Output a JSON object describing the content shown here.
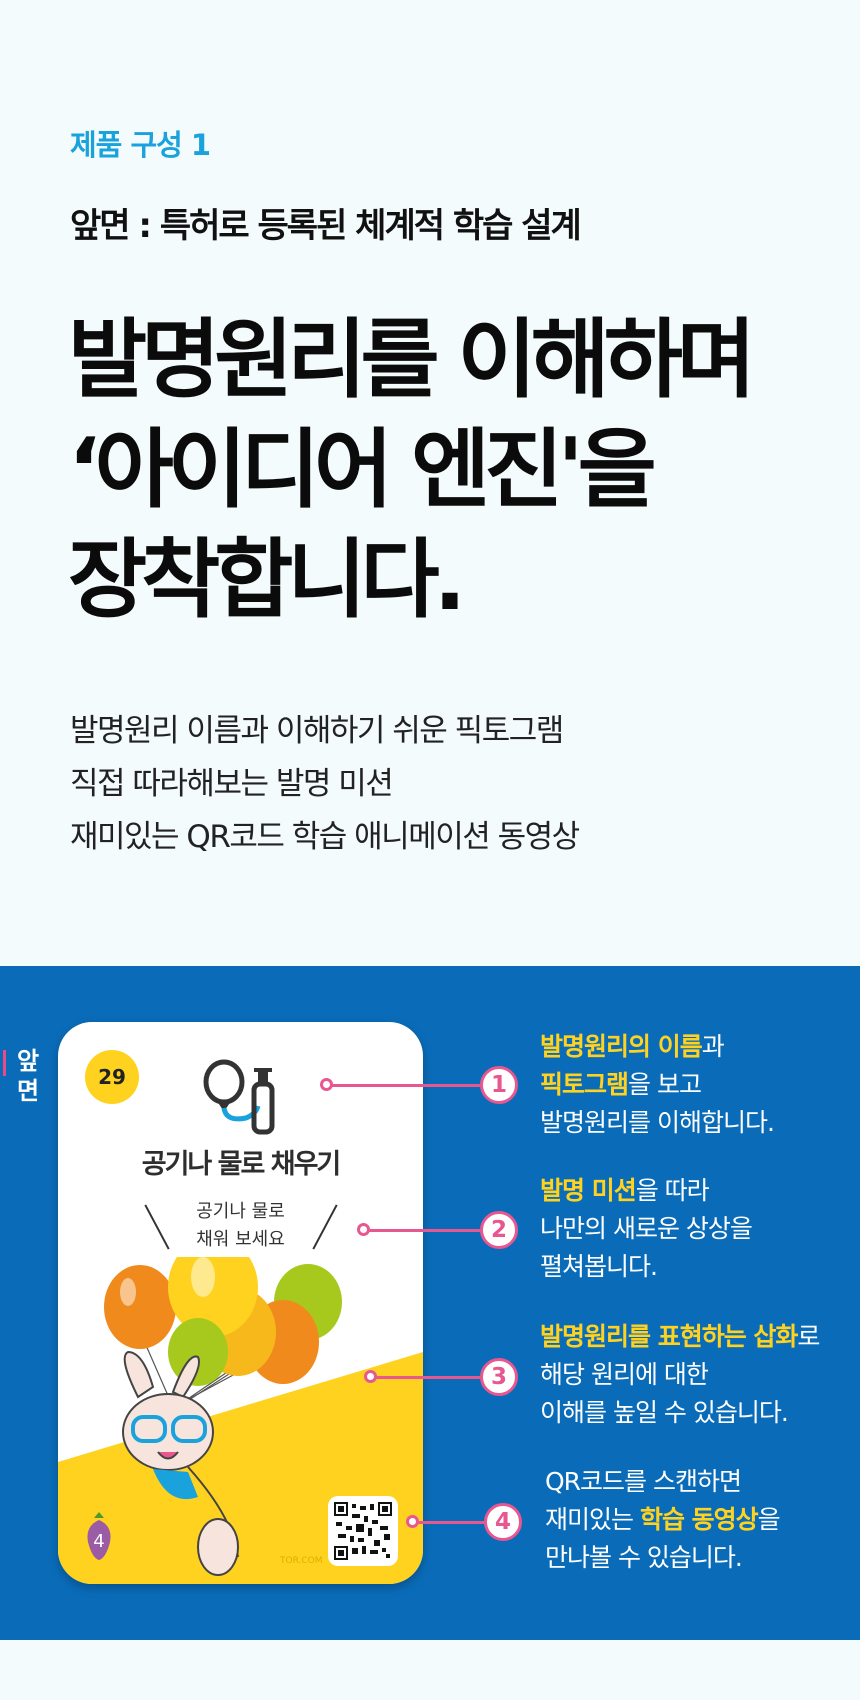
{
  "section_label": "제품 구성 1",
  "subtitle": "앞면 : 특허로 등록된 체계적 학습 설계",
  "headline": [
    "발명원리를 이해하며",
    "‘아이디어 엔진'을",
    "장착합니다."
  ],
  "description": [
    "발명원리 이름과 이해하기 쉬운 픽토그램",
    "직접 따라해보는 발명 미션",
    "재미있는 QR코드 학습 애니메이션 동영상"
  ],
  "side_tab": "앞면",
  "card": {
    "number": "29",
    "title": "공기나 물로 채우기",
    "mission_line1": "공기나 물로",
    "mission_line2": "채워 보세요",
    "level": "4",
    "site": "TOR.COM"
  },
  "points": [
    {
      "num": "1",
      "line1_hl1": "발명원리의 이름",
      "line1_plain": "과",
      "line2_hl": "픽토그램",
      "line2_plain": "을 보고",
      "line3": "발명원리를 이해합니다."
    },
    {
      "num": "2",
      "line1_hl": "발명 미션",
      "line1_plain": "을 따라",
      "line2": "나만의 새로운 상상을",
      "line3": "펼쳐봅니다."
    },
    {
      "num": "3",
      "line1_hl": "발명원리를 표현하는 삽화",
      "line1_plain": "로",
      "line2": "해당 원리에 대한",
      "line3": "이해를 높일 수 있습니다."
    },
    {
      "num": "4",
      "line1": "QR코드를 스캔하면",
      "line2_plain1": "재미있는 ",
      "line2_hl": "학습 동영상",
      "line2_plain2": "을",
      "line3": "만나볼 수 있습니다."
    }
  ],
  "colors": {
    "accent_blue": "#1aa2dd",
    "panel_blue": "#0a6cb9",
    "highlight_yellow": "#ffd21f",
    "pink": "#e8578f"
  }
}
